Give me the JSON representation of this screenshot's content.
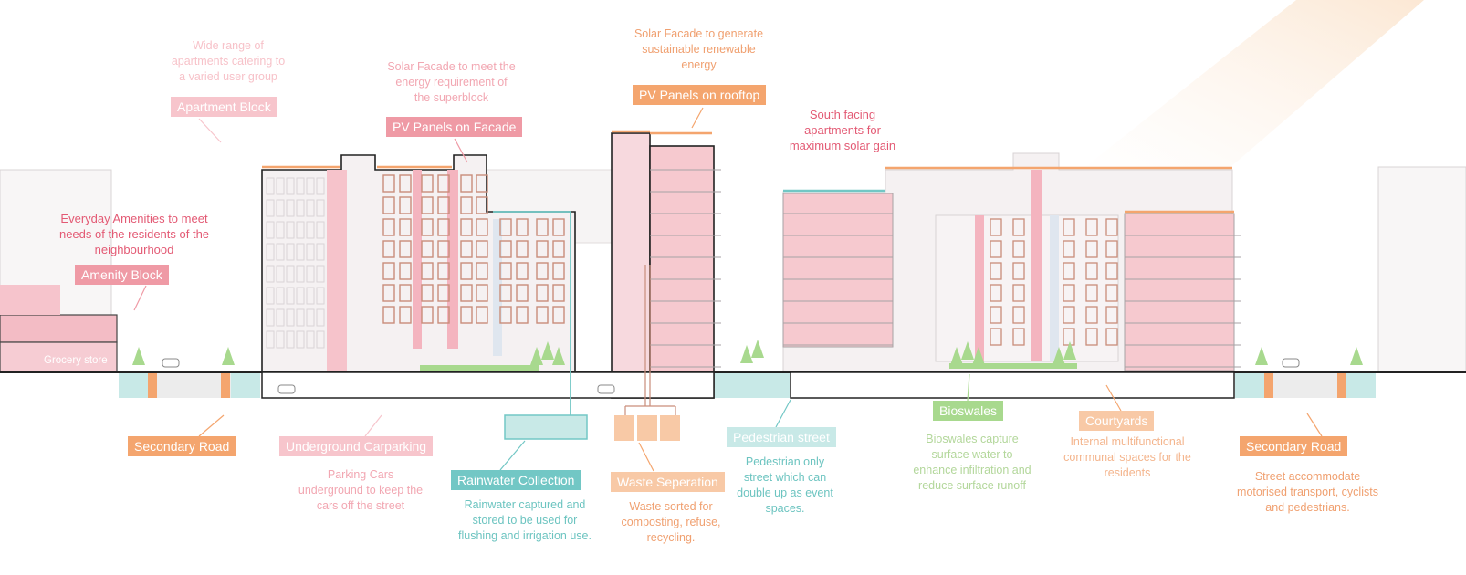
{
  "colors": {
    "pink": "#ef9aa5",
    "pink_light": "#f7c5cc",
    "pink_fill": "#f6c9cf",
    "pink_text": "#e35a74",
    "pink_soft_text": "#f2a7b2",
    "orange": "#f4a56e",
    "orange_light": "#f8c9a6",
    "orange_text": "#f0a070",
    "teal": "#72c7c5",
    "teal_light": "#c8e9e7",
    "teal_text": "#6cc4c0",
    "green": "#a8d98e",
    "green_text": "#b3d79b",
    "grey_line": "#222222",
    "building_fill": "#f4f1f2"
  },
  "annotations": {
    "apartment_block": {
      "label": "Apartment Block",
      "lines": [
        "Wide range of",
        "apartments catering to",
        "a varied user group"
      ]
    },
    "pv_facade": {
      "label": "PV Panels on Facade",
      "lines": [
        "Solar Facade to meet the",
        "energy requirement of",
        "the superblock"
      ]
    },
    "pv_rooftop": {
      "label": "PV Panels on rooftop",
      "lines": [
        "Solar Facade to generate",
        "sustainable renewable",
        "energy"
      ]
    },
    "south_facing": {
      "lines": [
        "South facing",
        "apartments for",
        "maximum solar gain"
      ]
    },
    "amenity_block": {
      "label": "Amenity Block",
      "lines": [
        "Everyday Amenities to meet",
        "needs of the residents of the",
        "neighbourhood"
      ]
    },
    "grocery_store": {
      "label": "Grocery store"
    },
    "secondary_road_left": {
      "label": "Secondary Road"
    },
    "underground_parking": {
      "label": "Underground Carparking",
      "lines": [
        "Parking Cars",
        "underground to keep the",
        "cars off the street"
      ]
    },
    "rainwater": {
      "label": "Rainwater Collection",
      "lines": [
        "Rainwater captured and",
        "stored to be used for",
        "flushing and irrigation use."
      ]
    },
    "waste": {
      "label": "Waste Seperation",
      "lines": [
        "Waste sorted for",
        "composting, refuse,",
        "recycling."
      ]
    },
    "pedestrian": {
      "label": "Pedestrian street",
      "lines": [
        "Pedestrian only",
        "street which can",
        "double up as event",
        "spaces."
      ]
    },
    "bioswales": {
      "label": "Bioswales",
      "lines": [
        "Bioswales capture",
        "surface water to",
        "enhance infiltration and",
        "reduce surface runoff"
      ]
    },
    "courtyards": {
      "label": "Courtyards",
      "lines": [
        "Internal multifunctional",
        "communal spaces for the",
        "residents"
      ]
    },
    "secondary_road_right": {
      "label": "Secondary Road",
      "lines": [
        "Street accommodate",
        "motorised transport, cyclists",
        "and pedestrians."
      ]
    }
  }
}
